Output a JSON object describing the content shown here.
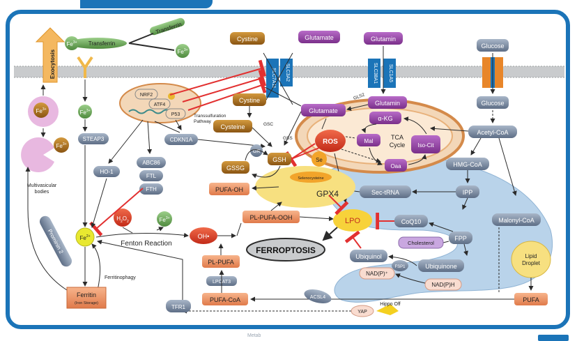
{
  "labels": {
    "exocytosis": "Exocytosis",
    "transferrin_top": "Transferrin",
    "transferrin_bound": "Transferrin",
    "fe3": "Fe",
    "fe2": "Fe",
    "sup3": "3+",
    "sup2": "2+",
    "multivesicular": "Multivasicular",
    "bodies": "bodies",
    "prominin": "Prominin 2",
    "ferritin": "Ferritin",
    "iron_storage": "(Iron Storage)",
    "ferritinophagy": "Ferritinophagy",
    "tfr1": "TFR1",
    "steap3": "STEAP3",
    "ho1": "HO-1",
    "abcb6": "ABC86",
    "ftl": "FTL",
    "fth": "FTH",
    "nrf2": "NRF2",
    "atf4": "ATF4",
    "p53": "P53",
    "cdkn1a": "CDKN1A",
    "h2o2_h": "H",
    "h2o2_o": "O",
    "sub2": "2",
    "fenton": "Fenton Reaction",
    "oh": "OH•",
    "cystine_out": "Cystine",
    "glutamate_out": "Glutamate",
    "glutamin_out": "Glutamin",
    "glucose_out": "Glucose",
    "slc7a11": "SLC7A11",
    "slc3a2": "SLC3A2",
    "slc38a1": "SLC38A1",
    "slc1a5": "SLC1A5",
    "cystine_in": "Cystine",
    "cysteine": "Cysteine",
    "transsulfuration": "Transsulfuration",
    "pathway": "Pathway",
    "gsc": "GSC",
    "gss": "GSS",
    "glutamate_in": "Glutamate",
    "glutamin_in": "Glutamin",
    "gls2": "GLS2",
    "akg": "α-KG",
    "mal": "Mal",
    "oaa": "Oaa",
    "isocit": "Iso-Cit",
    "tca": "TCA",
    "cycle": "Cycle",
    "ros": "ROS",
    "se": "Se",
    "glucose_in": "Glucose",
    "acetylcoa": "Acetyl-CoA",
    "hmgcoa": "HMG-CoA",
    "ipp": "IPP",
    "fpp": "FPP",
    "sectrna": "Sec-tRNA",
    "malonylcoa": "Malonyl-CoA",
    "coq10": "CoQ10",
    "cholesterol": "Cholesterol",
    "ubiquinol": "Ubiquinol",
    "ubiquinone": "Ubiquinone",
    "fsp1": "FSP1",
    "nadp": "NAD(P)⁺",
    "nadph": "NAD(P)H",
    "lipid": "Lipid",
    "droplet": "Droplet",
    "pufa": "PUFA",
    "gr": "GR",
    "gssg": "GSSG",
    "gsh": "GSH",
    "selenocysteine": "Selenocysteine",
    "gpx4": "GPX4",
    "pufaoh": "PUFA-OH",
    "plpufaooh": "PL-PUFA-OOH",
    "lpo": "LPO",
    "ferroptosis": "FERROPTOSIS",
    "plpufa": "PL-PUFA",
    "lpcat3": "LPCAT3",
    "pufacoa": "PUFA-CoA",
    "acsl4": "ACSL4",
    "yap": "YAP",
    "hippo": "Hippo Off"
  },
  "colors": {
    "frame": "#1b74b8",
    "membrane": "#c9cbcd",
    "fe_green": "#5a9a4c",
    "grey_node": "#7a8aa0",
    "brown_node": "#a66a1a",
    "purple_node": "#8a3f9a",
    "lpo_yellow": "#f7d23a",
    "red_node": "#d43a2a",
    "inhibit": "#e23030"
  },
  "footer": "Metab"
}
